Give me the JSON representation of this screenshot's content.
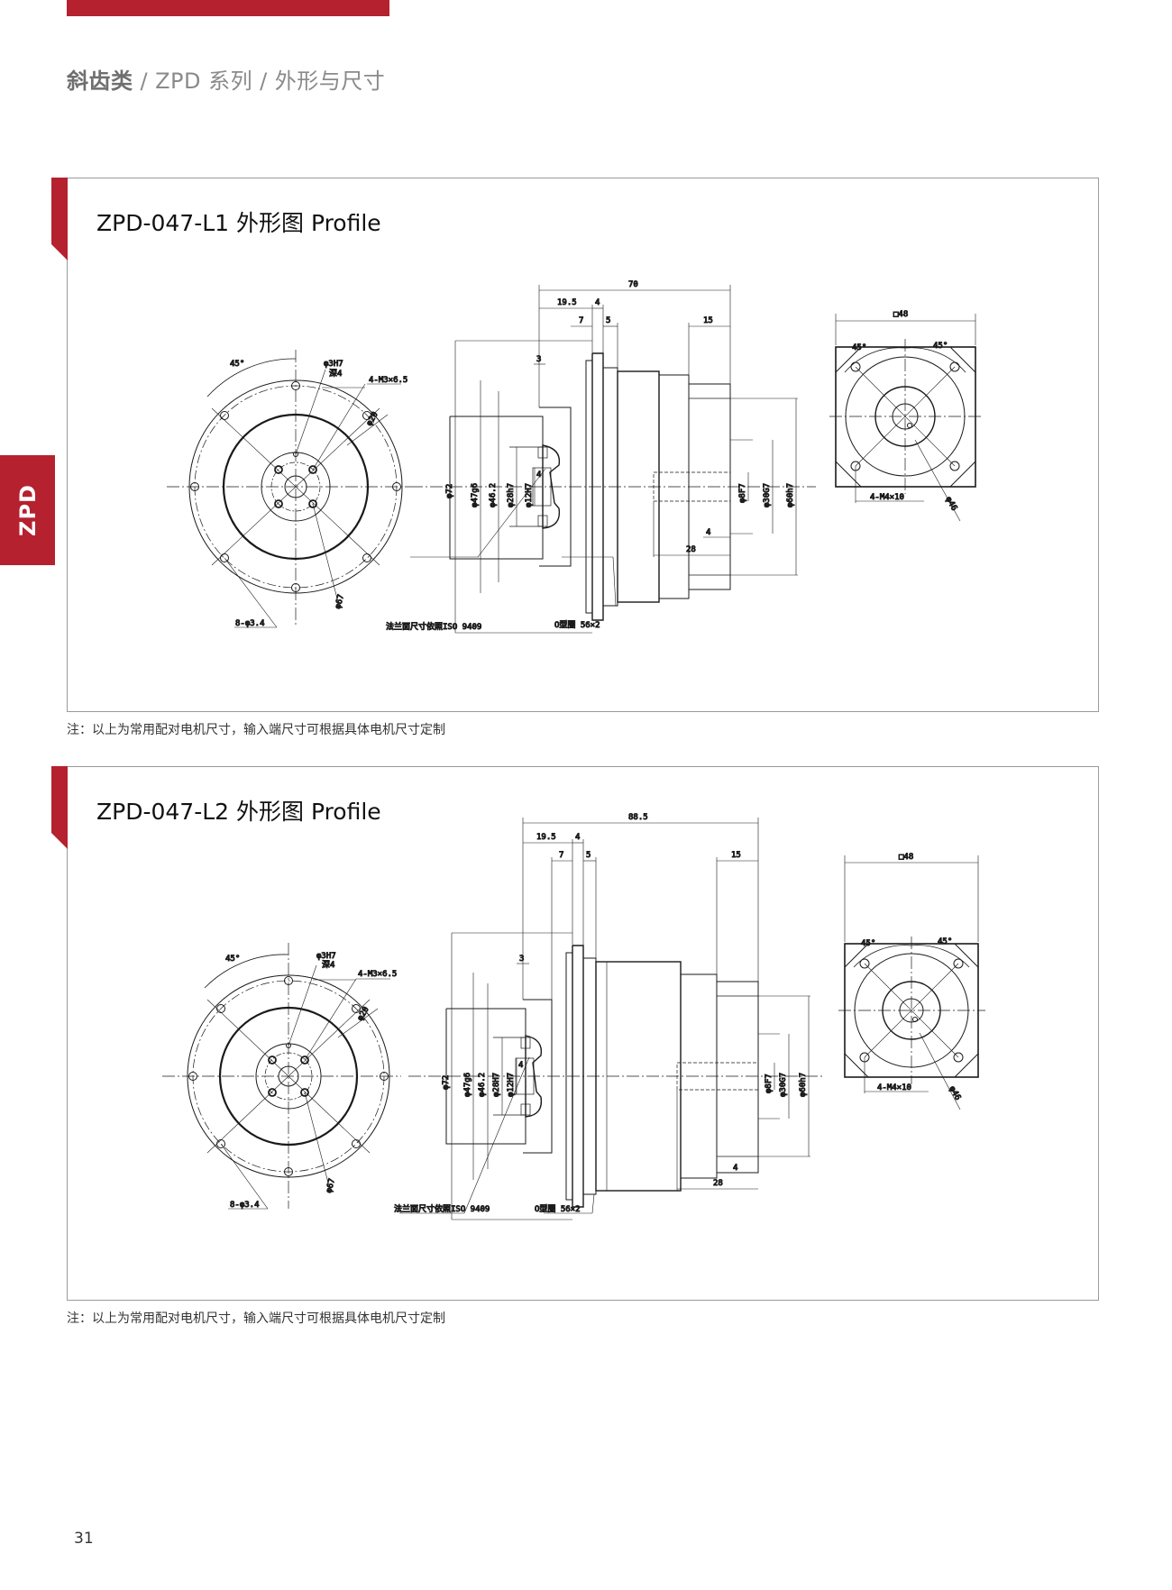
{
  "header": {
    "category": "斜齿类",
    "series": "ZPD 系列",
    "section": "外形与尺寸",
    "separator": "/"
  },
  "side_tab": {
    "label": "ZPD"
  },
  "colors": {
    "accent": "#b5212e",
    "border": "#9a9a9a",
    "line": "#1a1a1a"
  },
  "drawings": [
    {
      "title": "ZPD-047-L1 外形图 Profile",
      "note": "注：以上为常用配对电机尺寸，输入端尺寸可根据具体电机尺寸定制",
      "front_view": {
        "angle": "45°",
        "hole": "φ3H7",
        "hole_depth": "深4",
        "thread": "4-M3×6.5",
        "pcd_small": "φ20",
        "pcd_large": "φ67",
        "mount_holes": "8-φ3.4"
      },
      "side_view": {
        "total_length": "70",
        "d1": "19.5",
        "d2": "4",
        "d3": "7",
        "d4": "5",
        "d5": "15",
        "d6": "3",
        "d7": "4",
        "d8": "4",
        "d9": "28",
        "dia_outer": "φ72",
        "dia_g6": "φ47g6",
        "dia_462": "φ46.2",
        "dia_28": "φ28h7",
        "dia_12": "φ12H7",
        "dia_8": "φ8F7",
        "dia_30": "φ30G7",
        "dia_60": "φ60h7",
        "flange_note": "法兰面尺寸依照ISO 9409",
        "oring": "O型圈 56×2"
      },
      "rear_view": {
        "square": "□48",
        "angle_left": "45°",
        "angle_right": "45°",
        "threads": "4-M4×10",
        "pcd": "φ46"
      }
    },
    {
      "title": "ZPD-047-L2 外形图 Profile",
      "note": "注：以上为常用配对电机尺寸，输入端尺寸可根据具体电机尺寸定制",
      "front_view": {
        "angle": "45°",
        "hole": "φ3H7",
        "hole_depth": "深4",
        "thread": "4-M3×6.5",
        "pcd_small": "φ20",
        "pcd_large": "φ67",
        "mount_holes": "8-φ3.4"
      },
      "side_view": {
        "total_length": "88.5",
        "d1": "19.5",
        "d2": "4",
        "d3": "7",
        "d4": "5",
        "d5": "15",
        "d6": "3",
        "d7": "4",
        "d8": "4",
        "d9": "28",
        "dia_outer": "φ72",
        "dia_g6": "φ47g6",
        "dia_462": "φ46.2",
        "dia_28": "φ28H7",
        "dia_12": "φ12H7",
        "dia_8": "φ8F7",
        "dia_30": "φ30G7",
        "dia_60": "φ60h7",
        "flange_note": "法兰面尺寸依照ISO 9409",
        "oring": "O型圈 56×2"
      },
      "rear_view": {
        "square": "□48",
        "angle_left": "45°",
        "angle_right": "45°",
        "threads": "4-M4×10",
        "pcd": "φ46"
      }
    }
  ],
  "page_number": "31"
}
